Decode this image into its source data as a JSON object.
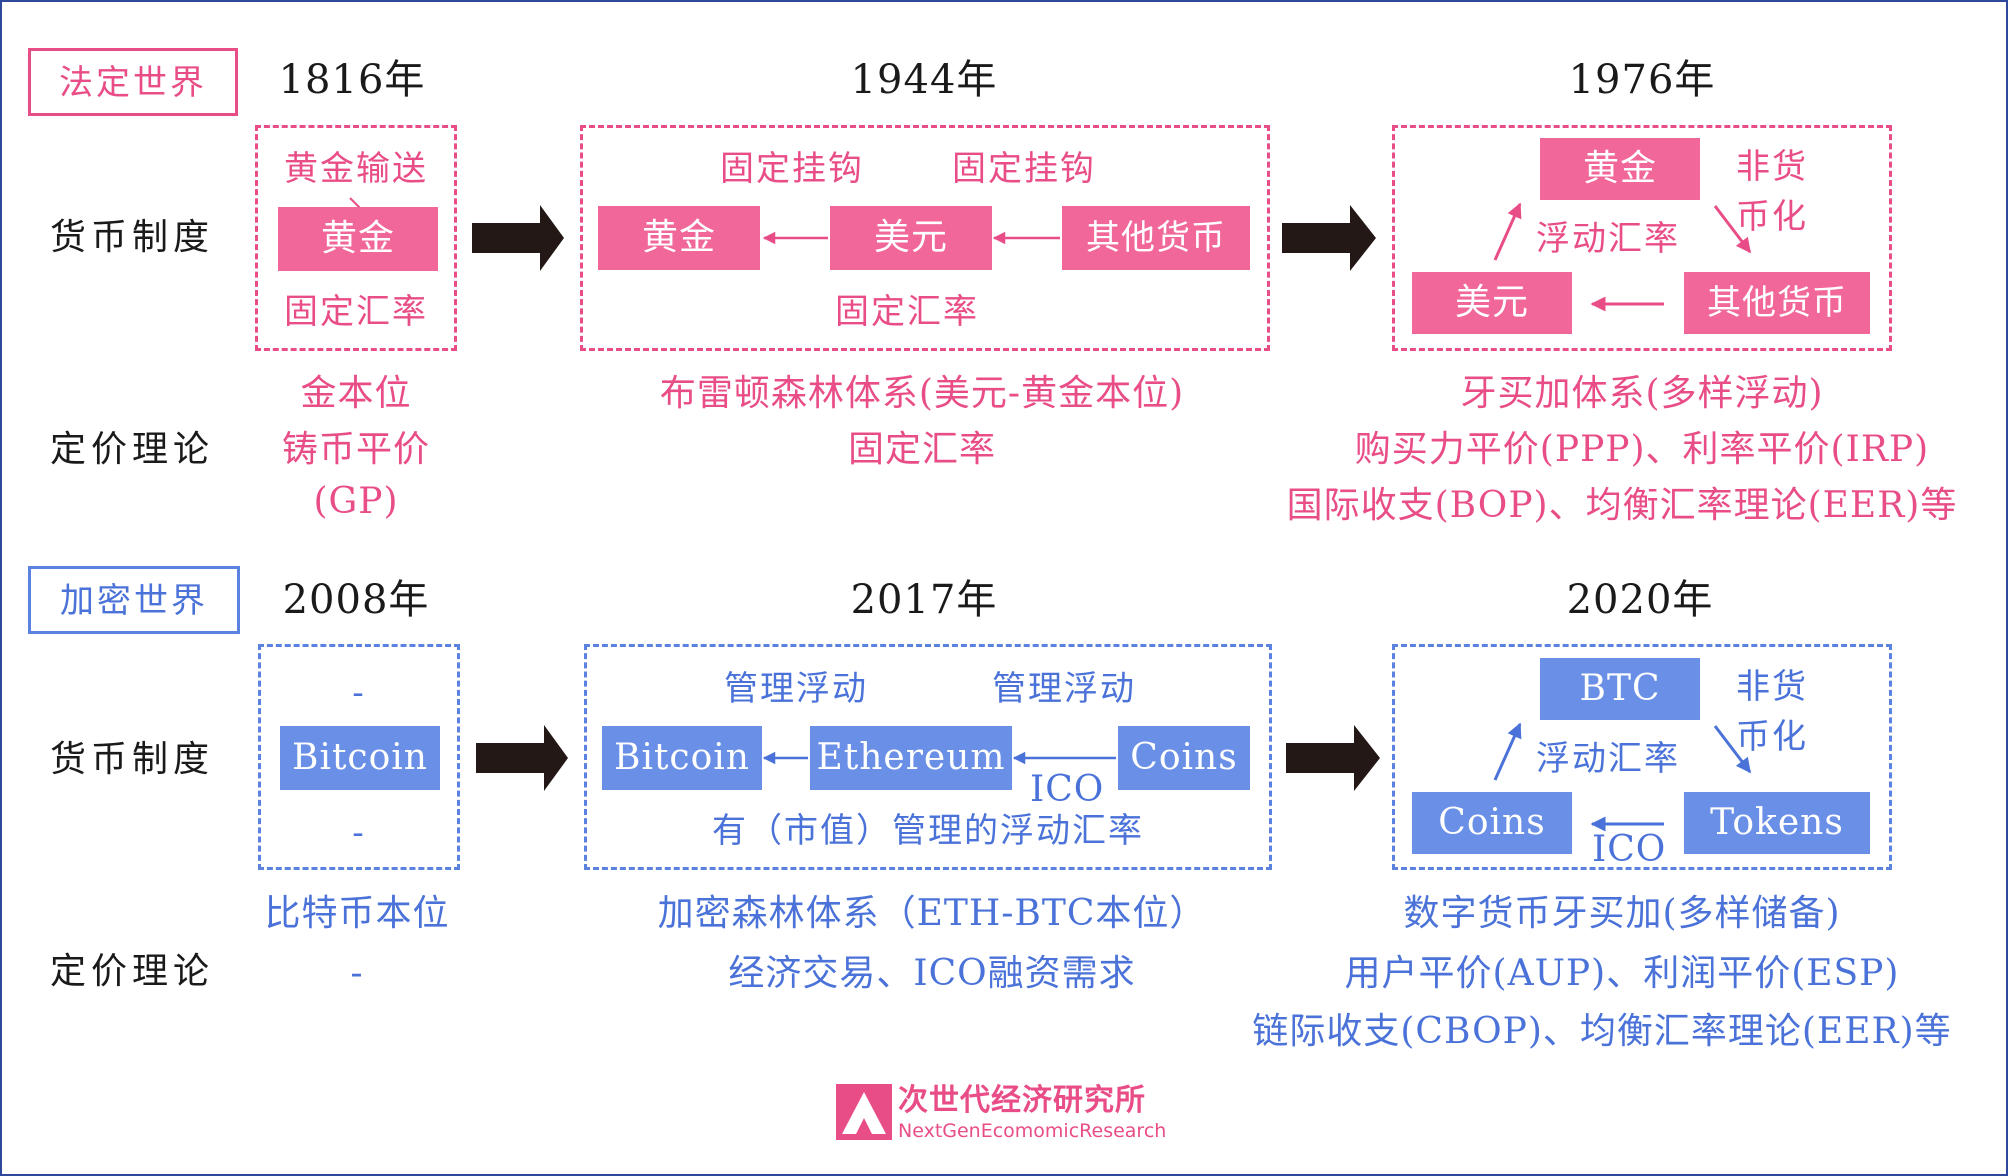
{
  "colors": {
    "fiat": "#e94d87",
    "crypto": "#4a72d8",
    "arrow": "#231815",
    "frame": "#2f4a9c"
  },
  "row_labels": {
    "monetary_system": "货币制度",
    "pricing_theory": "定价理论"
  },
  "fiat": {
    "tag": "法定世界",
    "p1": {
      "year": "1816年",
      "top_note": "黄金输送",
      "box": "黄金",
      "bottom_note": "固定汇率",
      "theory": [
        "金本位",
        "铸币平价",
        "(GP)"
      ]
    },
    "p2": {
      "year": "1944年",
      "top_note_left": "固定挂钩",
      "top_note_right": "固定挂钩",
      "box_left": "黄金",
      "box_mid": "美元",
      "box_right": "其他货币",
      "bottom_note": "固定汇率",
      "theory": [
        "布雷顿森林体系(美元-黄金本位)",
        "固定汇率"
      ]
    },
    "p3": {
      "year": "1976年",
      "box_top": "黄金",
      "side_note": [
        "非货",
        "币化"
      ],
      "mid_note": "浮动汇率",
      "box_left": "美元",
      "box_right": "其他货币",
      "theory": [
        "牙买加体系(多样浮动)",
        "购买力平价(PPP)、利率平价(IRP)",
        "国际收支(BOP)、均衡汇率理论(EER)等"
      ]
    }
  },
  "crypto": {
    "tag": "加密世界",
    "p1": {
      "year": "2008年",
      "top_note": "-",
      "box": "Bitcoin",
      "bottom_note": "-",
      "theory": [
        "比特币本位",
        "-"
      ]
    },
    "p2": {
      "year": "2017年",
      "top_note_left": "管理浮动",
      "top_note_right": "管理浮动",
      "box_left": "Bitcoin",
      "box_mid": "Ethereum",
      "box_right": "Coins",
      "arrow_note": "ICO",
      "bottom_note": "有（市值）管理的浮动汇率",
      "theory": [
        "加密森林体系（ETH-BTC本位）",
        "经济交易、ICO融资需求"
      ]
    },
    "p3": {
      "year": "2020年",
      "box_top": "BTC",
      "side_note": [
        "非货",
        "币化"
      ],
      "mid_note": "浮动汇率",
      "box_left": "Coins",
      "box_right": "Tokens",
      "arrow_note": "ICO",
      "theory": [
        "数字货币牙买加(多样储备)",
        "用户平价(AUP)、利润平价(ESP)",
        "链际收支(CBOP)、均衡汇率理论(EER)等"
      ]
    }
  },
  "logo": {
    "cn": "次世代经济研究所",
    "en": "NextGenEcomomicResearch"
  }
}
